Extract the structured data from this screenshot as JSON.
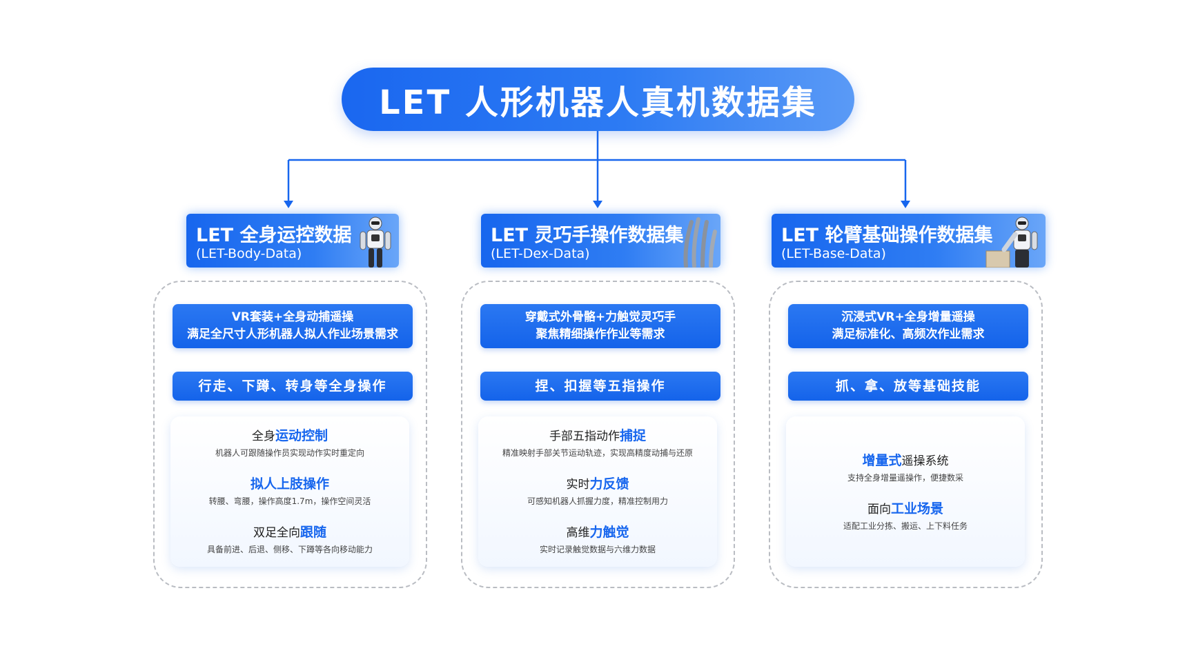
{
  "title": "LET 人形机器人真机数据集",
  "columns": [
    {
      "title": "LET 全身运控数据",
      "subtitle": "(LET-Body-Data)",
      "tag1_line1": "VR套装+全身动捕遥操",
      "tag1_line2": "满足全尺寸人形机器人拟人作业场景需求",
      "tag2": "行走、下蹲、转身等全身操作",
      "features": [
        {
          "pre": "全身",
          "hl": "运动控制",
          "post": "",
          "desc": "机器人可跟随操作员实现动作实时重定向"
        },
        {
          "pre": "",
          "hl": "拟人上肢操作",
          "post": "",
          "desc": "转腰、弯腰，操作高度1.7m，操作空间灵活"
        },
        {
          "pre": "双足全向",
          "hl": "跟随",
          "post": "",
          "desc": "具备前进、后退、侧移、下蹲等各向移动能力"
        }
      ]
    },
    {
      "title": "LET 灵巧手操作数据集",
      "subtitle": "(LET-Dex-Data)",
      "tag1_line1": "穿戴式外骨骼+力触觉灵巧手",
      "tag1_line2": "聚焦精细操作作业等需求",
      "tag2": "捏、扣握等五指操作",
      "features": [
        {
          "pre": "手部五指动作",
          "hl": "捕捉",
          "post": "",
          "desc": "精准映射手部关节运动轨迹，实现高精度动捕与还原"
        },
        {
          "pre": "实时",
          "hl": "力反馈",
          "post": "",
          "desc": "可感知机器人抓握力度，精准控制用力"
        },
        {
          "pre": "高维",
          "hl": "力触觉",
          "post": "",
          "desc": "实时记录触觉数据与六维力数据"
        }
      ]
    },
    {
      "title": "LET 轮臂基础操作数据集",
      "subtitle": "(LET-Base-Data)",
      "tag1_line1": "沉浸式VR+全身增量遥操",
      "tag1_line2": "满足标准化、高频次作业需求",
      "tag2": "抓、拿、放等基础技能",
      "features": [
        {
          "pre": "",
          "hl": "增量式",
          "post": "遥操系统",
          "desc": "支持全身增量遥操作，便捷数采"
        },
        {
          "pre": "面向",
          "hl": "工业场景",
          "post": "",
          "desc": "适配工业分拣、搬运、上下料任务"
        }
      ]
    }
  ]
}
